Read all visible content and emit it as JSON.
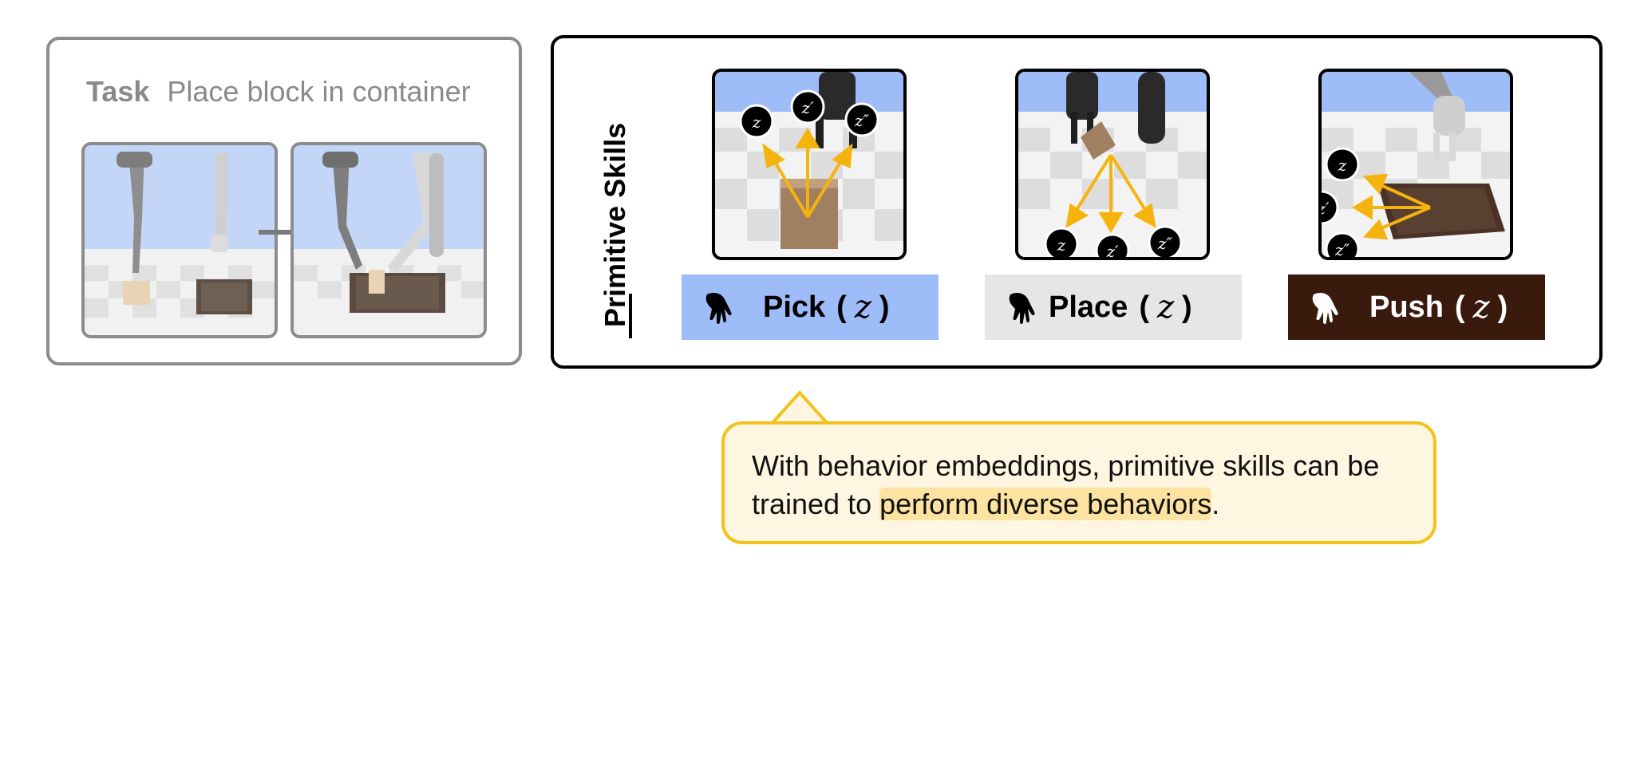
{
  "task": {
    "label": "Task",
    "description": "Place block in container"
  },
  "skills": {
    "section_label": "Primitive Skills",
    "items": [
      {
        "name": "Pick",
        "z": "z",
        "bg": "#9dbcf8",
        "fg": "#000000"
      },
      {
        "name": "Place",
        "z": "z",
        "bg": "#e6e6e6",
        "fg": "#000000"
      },
      {
        "name": "Push",
        "z": "z",
        "bg": "#3a1a0c",
        "fg": "#ffffff"
      }
    ],
    "embedding_labels": [
      "z",
      "z′",
      "z″"
    ]
  },
  "callout": {
    "text_before": "With behavior embeddings, primitive skills can be trained to ",
    "highlight": "perform diverse behaviors",
    "text_after": "."
  },
  "colors": {
    "arrow": "#f5b40d",
    "callout_border": "#f5c11b",
    "callout_bg": "#fef6e0",
    "highlight": "#fde3a1"
  }
}
